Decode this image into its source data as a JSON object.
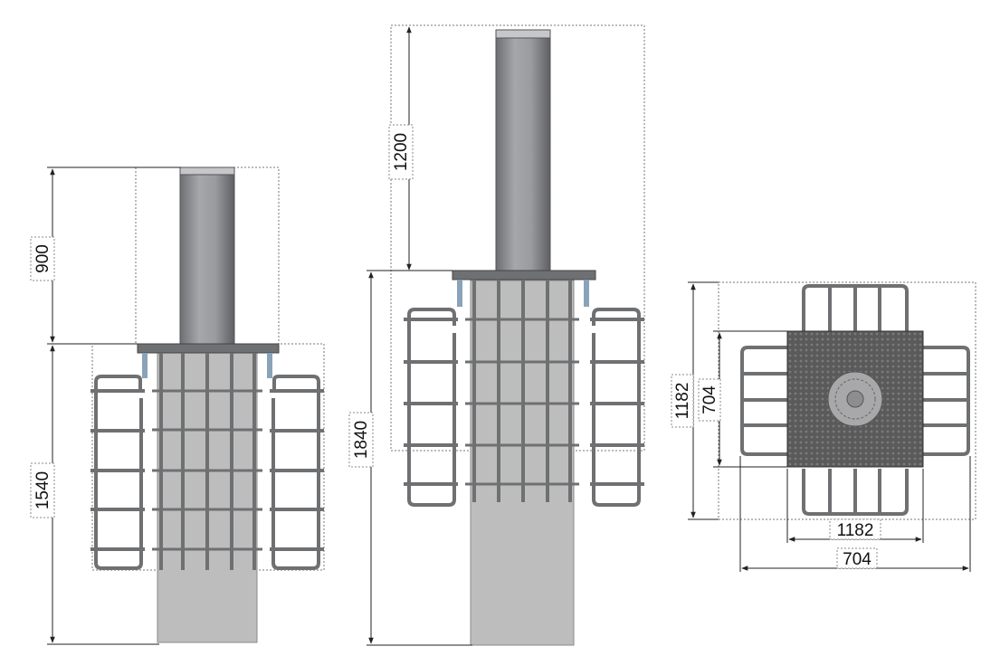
{
  "drawing": {
    "views": [
      {
        "id": "front-short",
        "dims": {
          "height_above": "900",
          "height_below": "1540"
        }
      },
      {
        "id": "front-tall",
        "dims": {
          "height_above": "1200",
          "height_below": "1840"
        }
      },
      {
        "id": "plan",
        "dims": {
          "vertical_outer": "1182",
          "vertical_inner": "704",
          "horizontal_inner": "1182",
          "horizontal_outer": "704"
        }
      }
    ],
    "colors": {
      "post": "#8f9094",
      "post_light": "#b8b9bc",
      "plate": "#6f7074",
      "housing": "#bdbdbd",
      "cage": "#7a7b7e",
      "plan_plate": "#555555",
      "dim_line": "#222222",
      "frame_dotted": "#666666"
    }
  }
}
